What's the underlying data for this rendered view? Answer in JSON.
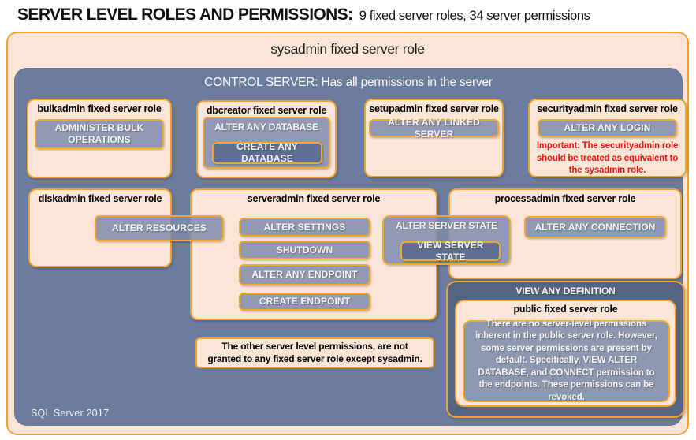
{
  "page": {
    "title_bold": "SERVER LEVEL ROLES AND PERMISSIONS:",
    "title_rest": "9 fixed server roles, 34 server permissions",
    "footer": "SQL Server 2017"
  },
  "sysadmin": {
    "label": "sysadmin fixed server role"
  },
  "control_server": {
    "label": "CONTROL SERVER: Has all permissions in the server"
  },
  "roles": {
    "bulkadmin": {
      "title": "bulkadmin fixed server role",
      "perm_administer_bulk": "ADMINISTER BULK OPERATIONS"
    },
    "dbcreator": {
      "title": "dbcreator fixed server role",
      "perm_alter_any_database": "ALTER ANY DATABASE",
      "perm_create_any_database": "CREATE ANY DATABASE"
    },
    "setupadmin": {
      "title": "setupadmin fixed server role",
      "perm_alter_any_linked_server": "ALTER ANY LINKED SERVER"
    },
    "securityadmin": {
      "title": "securityadmin fixed server role",
      "perm_alter_any_login": "ALTER ANY LOGIN",
      "warning": "Important: The securityadmin role should be treated as equivalent to the sysadmin role."
    },
    "diskadmin": {
      "title": "diskadmin fixed server role",
      "perm_alter_resources": "ALTER RESOURCES"
    },
    "serveradmin": {
      "title": "serveradmin fixed server role",
      "perm_alter_settings": "ALTER SETTINGS",
      "perm_shutdown": "SHUTDOWN",
      "perm_alter_any_endpoint": "ALTER ANY ENDPOINT",
      "perm_create_endpoint": "CREATE ENDPOINT",
      "perm_alter_server_state": "ALTER SERVER STATE",
      "perm_view_server_state": "VIEW SERVER STATE"
    },
    "processadmin": {
      "title": "processadmin fixed server role",
      "perm_alter_any_connection": "ALTER ANY CONNECTION"
    },
    "public": {
      "container_label": "VIEW ANY DEFINITION",
      "title": "public fixed server role",
      "description": "There are no server-level permissions inherent in the public server role. However, some server permissions are present by default. Specifically, VIEW ALTER DATABASE, and CONNECT permission to the endpoints. These permissions can be revoked."
    }
  },
  "note": "The other server level permissions, are not granted to any fixed server role except sysadmin.",
  "colors": {
    "peach": "#FBE5D6",
    "gold_border": "#F0A22E",
    "slate_background": "#6B7C9D",
    "dark_slate": "#546581",
    "dark_permission": "#5D6E8E",
    "warning_red": "#E81313"
  }
}
